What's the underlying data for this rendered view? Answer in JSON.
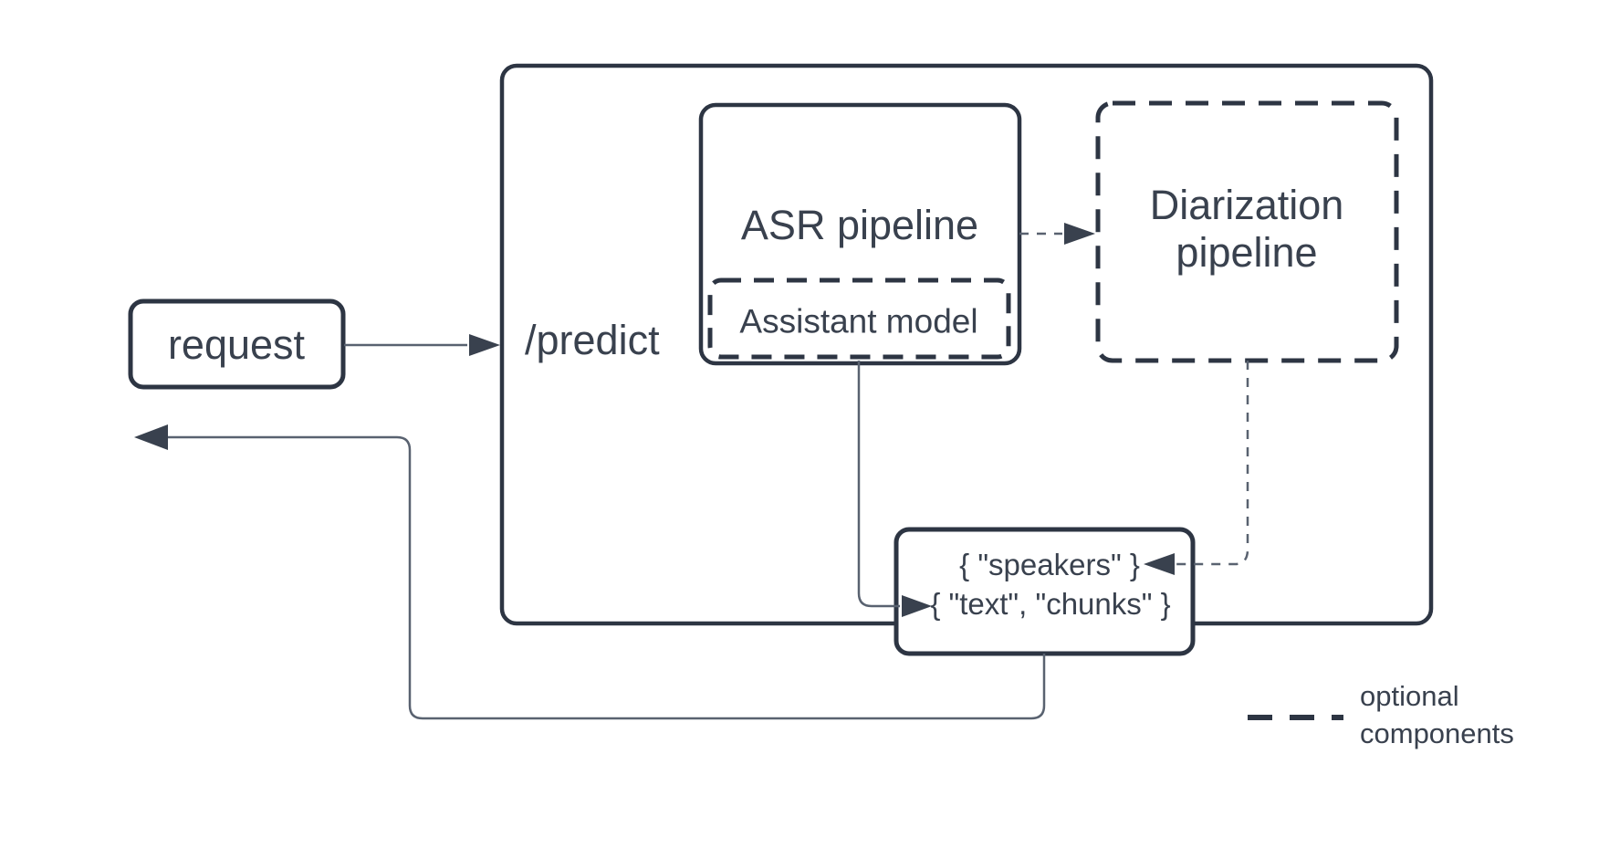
{
  "colors": {
    "stroke_dark": "#2d3543",
    "text_dark": "#39414e",
    "line_gray": "#596270",
    "arrow_dark": "#39414e",
    "canvas_bg": "#ffffff"
  },
  "nodes": {
    "request": {
      "label": "request"
    },
    "predict_container": {
      "label": "/predict"
    },
    "asr_pipeline": {
      "label": "ASR pipeline"
    },
    "assistant_model": {
      "label": "Assistant model"
    },
    "diarization_pipeline": {
      "label": "Diarization\npipeline"
    },
    "output": {
      "speakers_label": "{ \"speakers\" }",
      "text_chunks_label": "{ \"text\", \"chunks\" }"
    }
  },
  "edges": [
    {
      "from": "request",
      "to": "predict_container",
      "style": "solid-arrow"
    },
    {
      "from": "asr_pipeline",
      "to": "diarization_pipeline",
      "style": "dashed-arrow"
    },
    {
      "from": "assistant_model",
      "to": "output.text_chunks",
      "style": "solid-arrow"
    },
    {
      "from": "diarization_pipeline",
      "to": "output.speakers",
      "style": "dashed-arrow"
    },
    {
      "from": "output",
      "to": "request",
      "style": "solid-arrow"
    }
  ],
  "legend": {
    "optional_label": "optional\ncomponents"
  }
}
